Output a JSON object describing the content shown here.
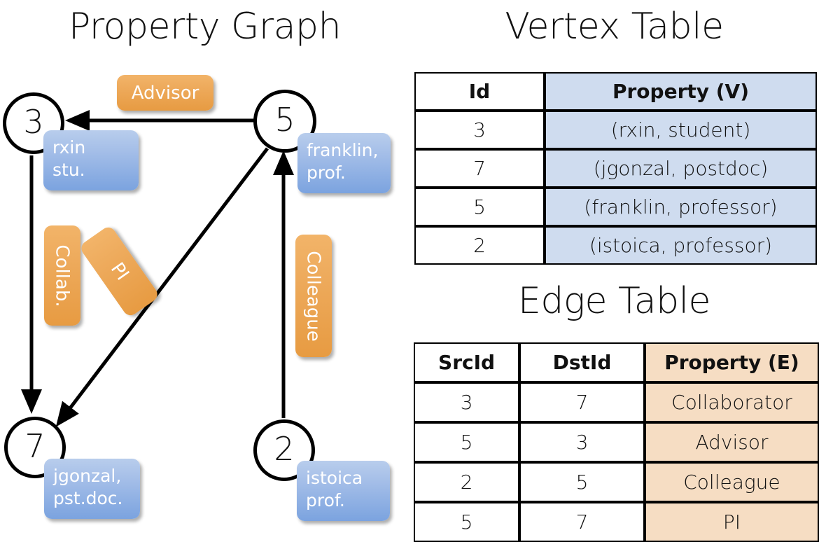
{
  "titles": {
    "property_graph": "Property Graph",
    "vertex_table": "Vertex Table",
    "edge_table": "Edge Table"
  },
  "colors": {
    "vertex_property_fill": "#cfdcef",
    "edge_property_fill": "#f6ddc3",
    "vertex_box_blue": "#a4bee8",
    "edge_label_orange": "#eda95a",
    "stroke": "#000000"
  },
  "graph": {
    "vertices": [
      {
        "id": "3",
        "property_line1": "rxin",
        "property_line2": "stu."
      },
      {
        "id": "5",
        "property_line1": "franklin,",
        "property_line2": "prof."
      },
      {
        "id": "7",
        "property_line1": "jgonzal,",
        "property_line2": "pst.doc."
      },
      {
        "id": "2",
        "property_line1": "istoica",
        "property_line2": "prof."
      }
    ],
    "edge_labels": [
      {
        "name": "advisor",
        "text": "Advisor"
      },
      {
        "name": "collab",
        "text": "Collab."
      },
      {
        "name": "pi",
        "text": "PI"
      },
      {
        "name": "colleague",
        "text": "Colleague"
      }
    ]
  },
  "vertex_table": {
    "headers": [
      "Id",
      "Property (V)"
    ],
    "rows": [
      {
        "id": "3",
        "property": "(rxin, student)"
      },
      {
        "id": "7",
        "property": "(jgonzal, postdoc)"
      },
      {
        "id": "5",
        "property": "(franklin, professor)"
      },
      {
        "id": "2",
        "property": "(istoica, professor)"
      }
    ]
  },
  "edge_table": {
    "headers": [
      "SrcId",
      "DstId",
      "Property (E)"
    ],
    "rows": [
      {
        "src": "3",
        "dst": "7",
        "property": "Collaborator"
      },
      {
        "src": "5",
        "dst": "3",
        "property": "Advisor"
      },
      {
        "src": "2",
        "dst": "5",
        "property": "Colleague"
      },
      {
        "src": "5",
        "dst": "7",
        "property": "PI"
      }
    ]
  }
}
